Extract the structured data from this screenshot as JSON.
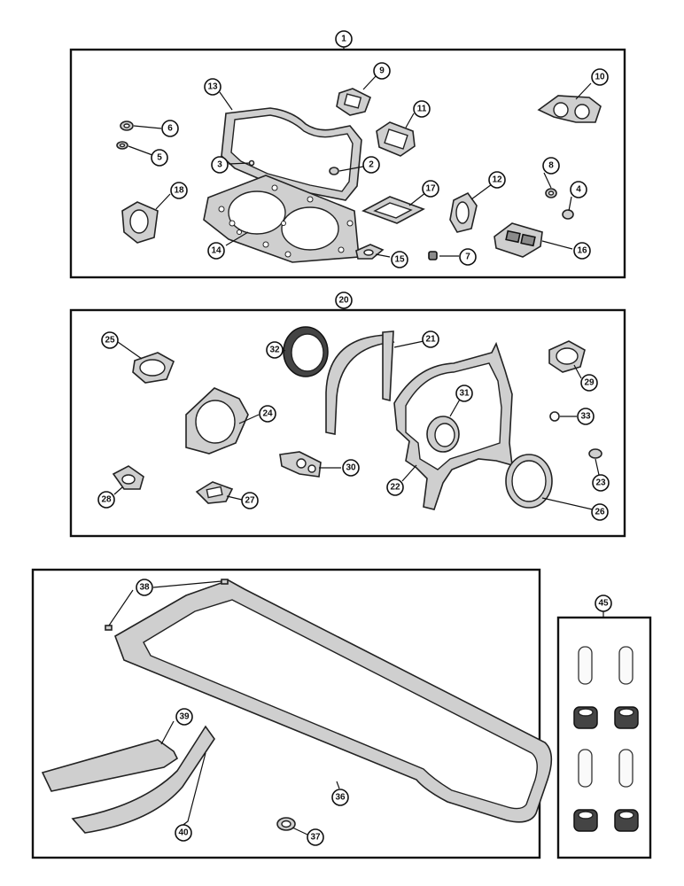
{
  "callouts": [
    {
      "num": "1"
    },
    {
      "num": "2"
    },
    {
      "num": "3"
    },
    {
      "num": "4"
    },
    {
      "num": "5"
    },
    {
      "num": "6"
    },
    {
      "num": "7"
    },
    {
      "num": "8"
    },
    {
      "num": "9"
    },
    {
      "num": "10"
    },
    {
      "num": "11"
    },
    {
      "num": "12"
    },
    {
      "num": "13"
    },
    {
      "num": "14"
    },
    {
      "num": "15"
    },
    {
      "num": "16"
    },
    {
      "num": "17"
    },
    {
      "num": "18"
    },
    {
      "num": "20"
    },
    {
      "num": "21"
    },
    {
      "num": "22"
    },
    {
      "num": "23"
    },
    {
      "num": "24"
    },
    {
      "num": "25"
    },
    {
      "num": "26"
    },
    {
      "num": "27"
    },
    {
      "num": "28"
    },
    {
      "num": "29"
    },
    {
      "num": "30"
    },
    {
      "num": "31"
    },
    {
      "num": "32"
    },
    {
      "num": "33"
    },
    {
      "num": "36"
    },
    {
      "num": "37"
    },
    {
      "num": "38"
    },
    {
      "num": "39"
    },
    {
      "num": "40"
    },
    {
      "num": "45"
    }
  ]
}
